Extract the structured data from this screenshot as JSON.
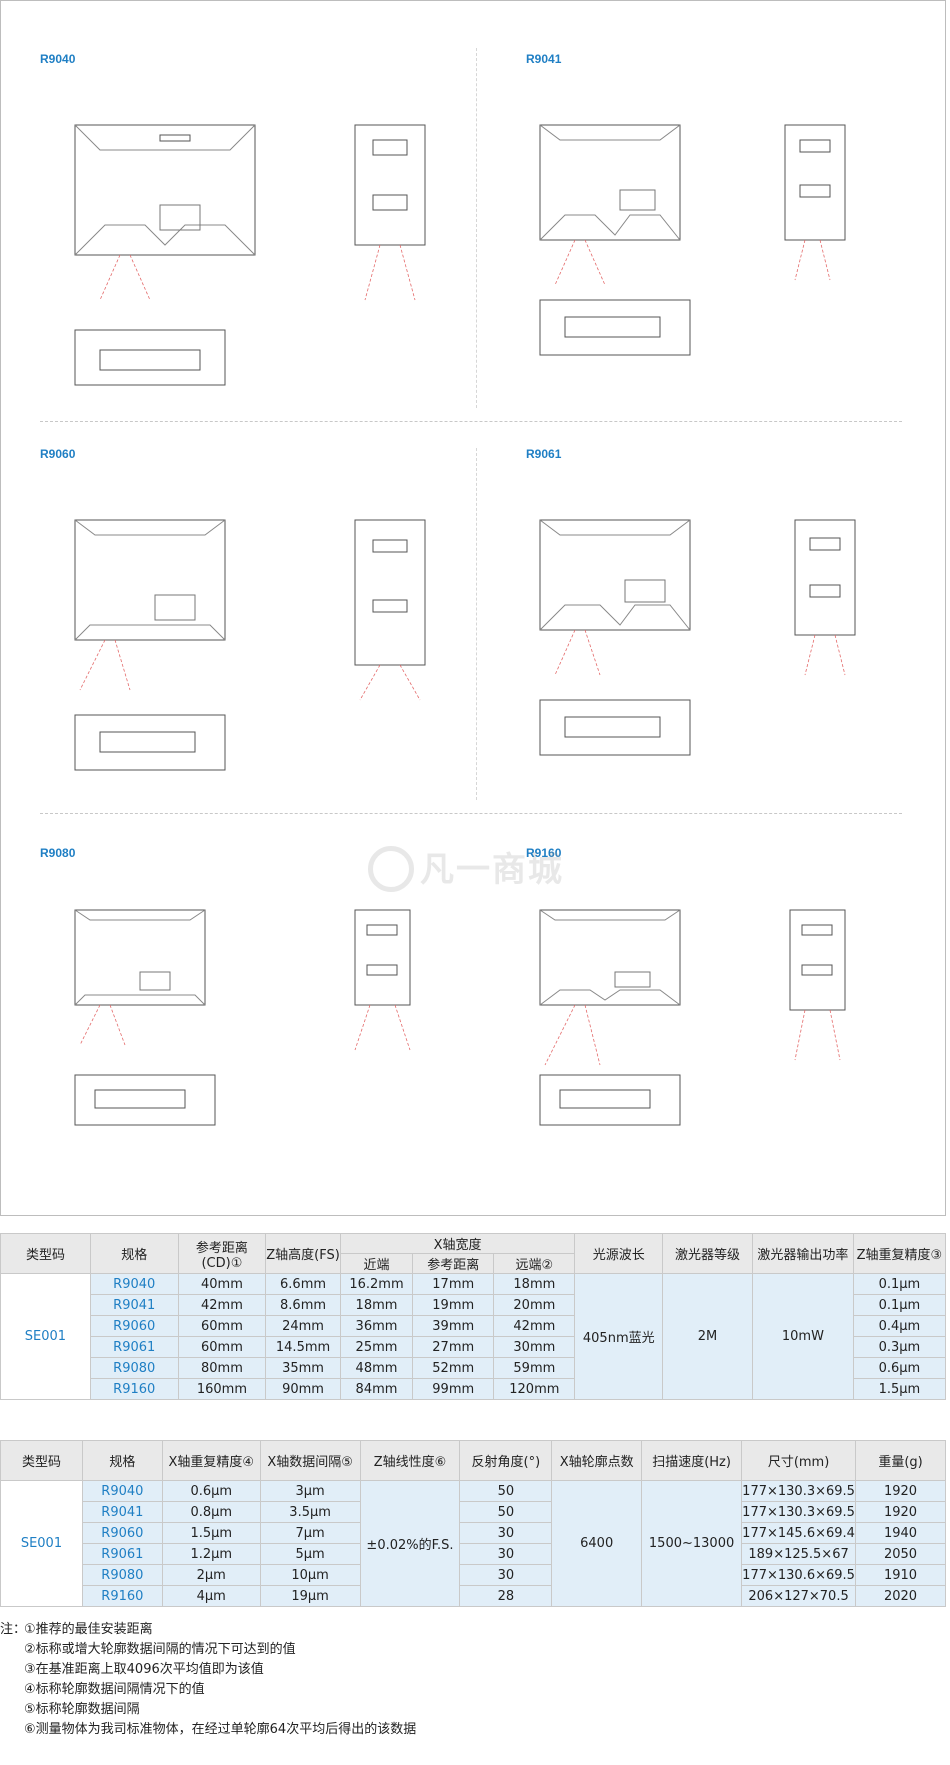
{
  "drawings": [
    {
      "model": "R9040"
    },
    {
      "model": "R9041"
    },
    {
      "model": "R9060"
    },
    {
      "model": "R9061"
    },
    {
      "model": "R9080"
    },
    {
      "model": "R9160"
    }
  ],
  "watermark": "凡一商城",
  "table1": {
    "headers": {
      "type_code": "类型码",
      "spec": "规格",
      "ref_dist": "参考距离(CD)①",
      "z_height": "Z轴高度(FS)",
      "x_width": "X轴宽度",
      "near": "近端",
      "ref": "参考距离",
      "far": "远端②",
      "wavelength": "光源波长",
      "laser_class": "激光器等级",
      "laser_power": "激光器输出功率",
      "z_repeat": "Z轴重复精度③"
    },
    "type_code": "SE001",
    "wavelength": "405nm蓝光",
    "laser_class": "2M",
    "laser_power": "10mW",
    "rows": [
      {
        "model": "R9040",
        "cd": "40mm",
        "fs": "6.6mm",
        "near": "16.2mm",
        "ref": "17mm",
        "far": "18mm",
        "zrep": "0.1μm"
      },
      {
        "model": "R9041",
        "cd": "42mm",
        "fs": "8.6mm",
        "near": "18mm",
        "ref": "19mm",
        "far": "20mm",
        "zrep": "0.1μm"
      },
      {
        "model": "R9060",
        "cd": "60mm",
        "fs": "24mm",
        "near": "36mm",
        "ref": "39mm",
        "far": "42mm",
        "zrep": "0.4μm"
      },
      {
        "model": "R9061",
        "cd": "60mm",
        "fs": "14.5mm",
        "near": "25mm",
        "ref": "27mm",
        "far": "30mm",
        "zrep": "0.3μm"
      },
      {
        "model": "R9080",
        "cd": "80mm",
        "fs": "35mm",
        "near": "48mm",
        "ref": "52mm",
        "far": "59mm",
        "zrep": "0.6μm"
      },
      {
        "model": "R9160",
        "cd": "160mm",
        "fs": "90mm",
        "near": "84mm",
        "ref": "99mm",
        "far": "120mm",
        "zrep": "1.5μm"
      }
    ]
  },
  "table2": {
    "headers": {
      "type_code": "类型码",
      "spec": "规格",
      "x_repeat": "X轴重复精度④",
      "x_interval": "X轴数据间隔⑤",
      "z_linearity": "Z轴线性度⑥",
      "reflect": "反射角度(°)",
      "x_points": "X轴轮廓点数",
      "scan_speed": "扫描速度(Hz)",
      "size": "尺寸(mm)",
      "weight": "重量(g)"
    },
    "type_code": "SE001",
    "z_linearity": "±0.02%的F.S.",
    "x_points": "6400",
    "scan_speed": "1500~13000",
    "rows": [
      {
        "model": "R9040",
        "xrep": "0.6μm",
        "xint": "3μm",
        "angle": "50",
        "size": "177×130.3×69.5",
        "weight": "1920"
      },
      {
        "model": "R9041",
        "xrep": "0.8μm",
        "xint": "3.5μm",
        "angle": "50",
        "size": "177×130.3×69.5",
        "weight": "1920"
      },
      {
        "model": "R9060",
        "xrep": "1.5μm",
        "xint": "7μm",
        "angle": "30",
        "size": "177×145.6×69.4",
        "weight": "1940"
      },
      {
        "model": "R9061",
        "xrep": "1.2μm",
        "xint": "5μm",
        "angle": "30",
        "size": "189×125.5×67",
        "weight": "2050"
      },
      {
        "model": "R9080",
        "xrep": "2μm",
        "xint": "10μm",
        "angle": "30",
        "size": "177×130.6×69.5",
        "weight": "1910"
      },
      {
        "model": "R9160",
        "xrep": "4μm",
        "xint": "19μm",
        "angle": "28",
        "size": "206×127×70.5",
        "weight": "2020"
      }
    ]
  },
  "notes": {
    "prefix": "注：",
    "items": [
      "①推荐的最佳安装距离",
      "②标称或增大轮廓数据间隔的情况下可达到的值",
      "③在基准距离上取4096次平均值即为该值",
      "④标称轮廓数据间隔情况下的值",
      "⑤标称轮廓数据间隔",
      "⑥测量物体为我司标准物体，在经过单轮廓64次平均后得出的该数据"
    ]
  }
}
